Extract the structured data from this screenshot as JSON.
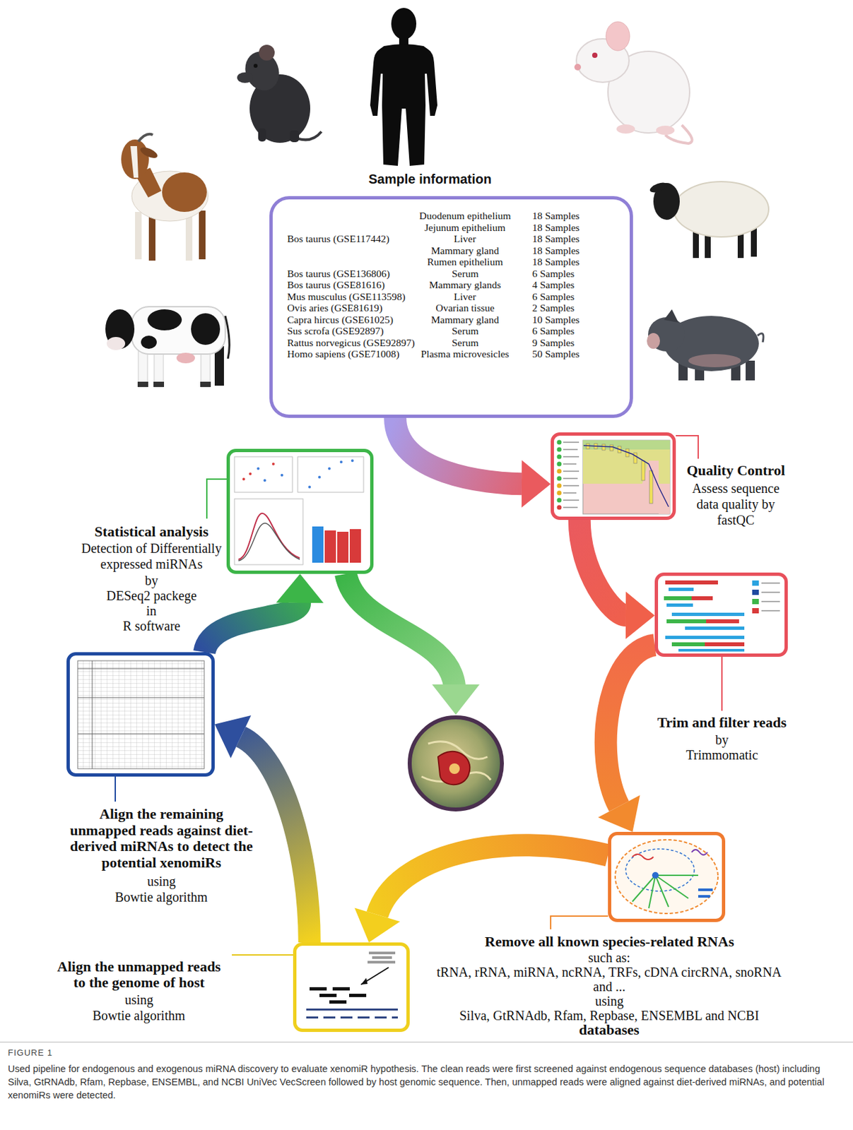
{
  "diagram": {
    "caption": "Used pipeline for endogenous and exogenous miRNA discovery to evaluate xenomiR hypothesis. The clean reads were first screened against endogenous sequence databases (host) including Silva, GtRNAdb, Rfam, Repbase, ENSEMBL, and NCBI UniVec VecScreen followed by host genomic sequence. Then, unmapped reads were aligned against diet-derived miRNAs, and potential xenomiRs were detected.",
    "nodes": [
      {
        "text": [
          "Sample information",
          "Duodenum epithelium",
          "18 Samples",
          "Jejunum epithelium",
          "18 Samples",
          "Bos taurus (GSE117442)",
          "Liver",
          "18 Samples",
          "Mammary gland",
          "18 Samples",
          "Rumen epithelium",
          "18 Samples",
          "Bos taurus (GSE136806)",
          "Serum",
          "6 Samples",
          "Bos taurus (GSE81616)",
          "Mammary glands",
          "4 Samples",
          "Mus musculus (GSE113598)",
          "Liver",
          "6 Samples",
          "Ovis aries (GSE81619)",
          "Ovarian tissue",
          "2 Samples",
          "Capra hircus (GSE61025)",
          "Mammary gland",
          "10 Samples",
          "Sus scrofa (GSE92897)",
          "Serum",
          "6 Samples",
          "Rattus norvegicus (GSE92897)",
          "Serum",
          "9 Samples",
          "Homo sapiens (GSE71008)",
          "Plasma microvesicles",
          "50 Samples"
        ]
      },
      {
        "text": [
          "Quality Control",
          "Assess sequence data quality by fastQC"
        ]
      },
      {
        "text": [
          "Trim and filter reads",
          "by",
          "Trimmomatic"
        ]
      },
      {
        "text": [
          "Remove all known species-related RNAs",
          "such as:",
          "tRNA, rRNA, miRNA, ncRNA, TRFs, cDNA circRNA, snoRNA",
          "and ...",
          "using",
          "Silva, GtRNAdb, Rfam, Repbase, ENSEMBL and NCBI",
          "databases"
        ]
      },
      {
        "text": [
          "Align the unmapped reads to the genome of host",
          "using",
          "Bowtie algorithm"
        ]
      },
      {
        "text": [
          "Align the remaining unmapped reads against diet-derived miRNAs to detect the potential xenomiRs",
          "using",
          "Bowtie algorithm"
        ]
      },
      {
        "text": [
          "Statistical analysis",
          "Detection of Differentially expressed miRNAs",
          "by",
          "DESeq2 packege",
          "in",
          "R software"
        ]
      }
    ],
    "edges": [
      {
        "from": 0,
        "to": 1,
        "arrow": "to"
      },
      {
        "from": 1,
        "to": 2,
        "arrow": "to"
      },
      {
        "from": 2,
        "to": 3,
        "arrow": "to"
      },
      {
        "from": 3,
        "to": 4,
        "arrow": "to"
      },
      {
        "from": 4,
        "to": 5,
        "arrow": "to"
      },
      {
        "from": 5,
        "to": 6,
        "arrow": "to"
      }
    ],
    "labels": [
      "FIGURE 1"
    ]
  }
}
